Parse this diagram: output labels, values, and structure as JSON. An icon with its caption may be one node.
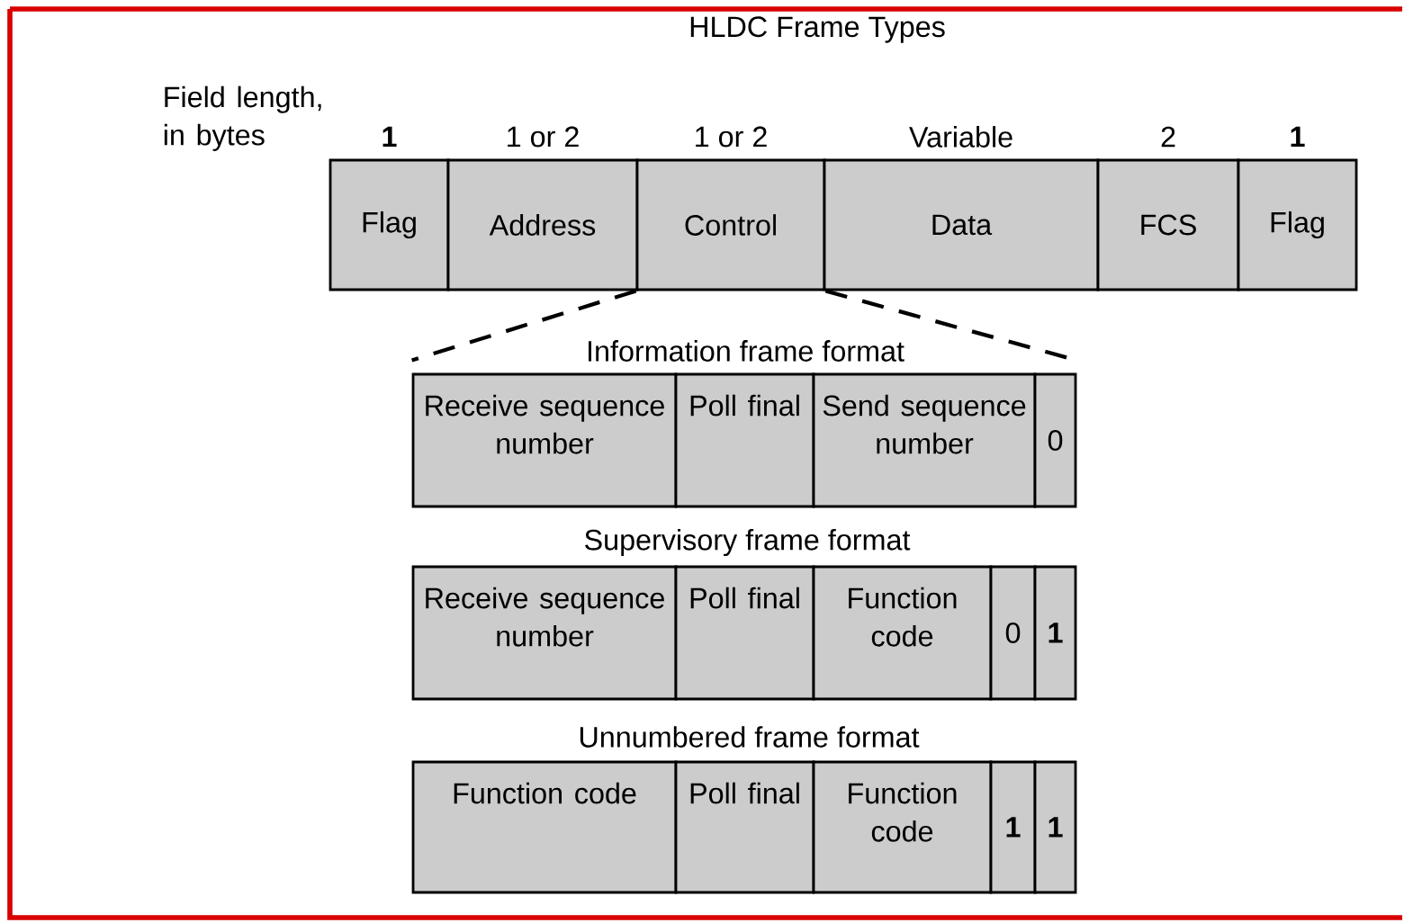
{
  "diagram": {
    "title": "HLDC Frame Types",
    "nodes": [
      {
        "text": [
          "Flag"
        ],
        "beside": [
          "1"
        ]
      },
      {
        "text": [
          "Address"
        ],
        "beside": [
          "1 or 2"
        ]
      },
      {
        "text": [
          "Control"
        ],
        "beside": [
          "1 or 2"
        ]
      },
      {
        "text": [
          "Data"
        ],
        "beside": [
          "Variable"
        ]
      },
      {
        "text": [
          "FCS"
        ],
        "beside": [
          "2"
        ]
      },
      {
        "text": [
          "Flag"
        ],
        "beside": [
          "1"
        ]
      },
      {
        "text": [
          "Receive sequence number"
        ]
      },
      {
        "text": [
          "Poll final"
        ]
      },
      {
        "text": [
          "Send sequence number"
        ]
      },
      {
        "text": [
          "0"
        ]
      },
      {
        "text": [
          "Receive sequence number"
        ]
      },
      {
        "text": [
          "Poll final"
        ]
      },
      {
        "text": [
          "Function code"
        ]
      },
      {
        "text": [
          "0"
        ]
      },
      {
        "text": [
          "1"
        ]
      },
      {
        "text": [
          "Function code"
        ]
      },
      {
        "text": [
          "Poll final"
        ]
      },
      {
        "text": [
          "Function code"
        ]
      },
      {
        "text": [
          "1"
        ]
      },
      {
        "text": [
          "1"
        ]
      }
    ],
    "edges": [
      {
        "from": 2,
        "to": 6,
        "arrow": "none",
        "style": "dashed"
      },
      {
        "from": 2,
        "to": 9,
        "arrow": "none",
        "style": "dashed"
      }
    ],
    "labels": [
      "Field length, in bytes",
      "Information frame format",
      "Supervisory frame format",
      "Unnumbered frame format"
    ]
  }
}
